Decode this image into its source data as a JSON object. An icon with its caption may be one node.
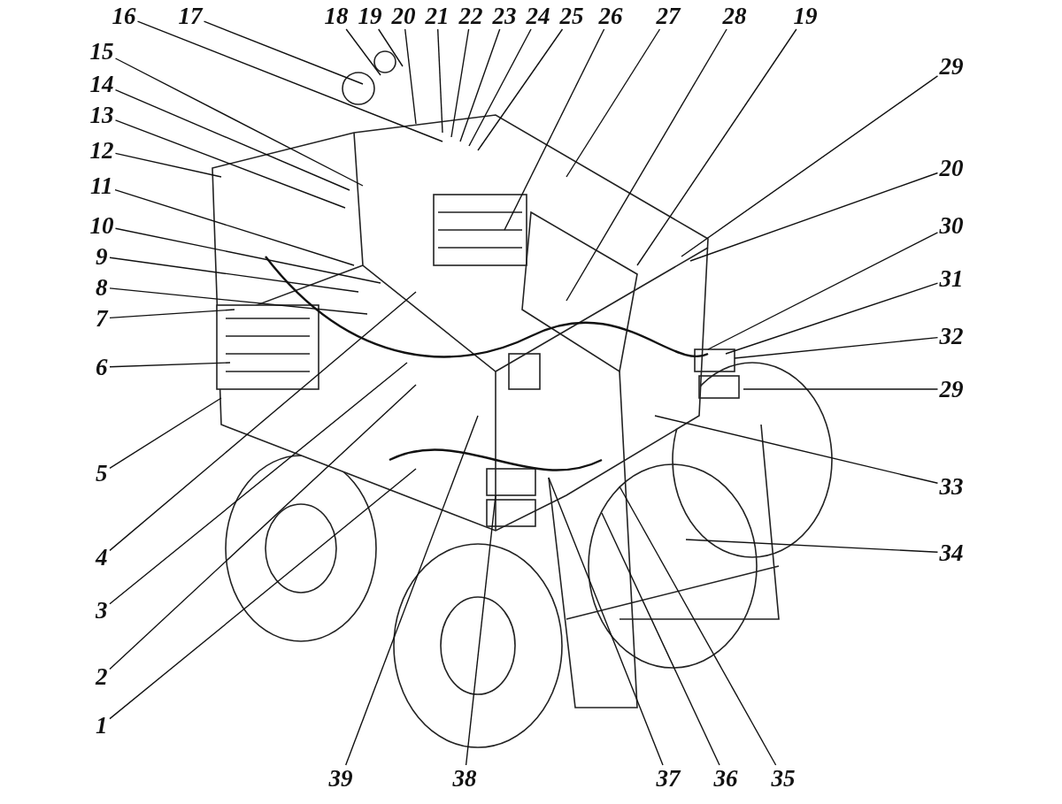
{
  "diagram": {
    "nodes": [
      {
        "text": [
          "16"
        ]
      },
      {
        "text": [
          "17"
        ]
      },
      {
        "text": [
          "18"
        ]
      },
      {
        "text": [
          "19"
        ]
      },
      {
        "text": [
          "20"
        ]
      },
      {
        "text": [
          "21"
        ]
      },
      {
        "text": [
          "22"
        ]
      },
      {
        "text": [
          "23"
        ]
      },
      {
        "text": [
          "24"
        ]
      },
      {
        "text": [
          "25"
        ]
      },
      {
        "text": [
          "26"
        ]
      },
      {
        "text": [
          "27"
        ]
      },
      {
        "text": [
          "28"
        ]
      },
      {
        "text": [
          "19"
        ]
      },
      {
        "text": [
          "15"
        ]
      },
      {
        "text": [
          "14"
        ]
      },
      {
        "text": [
          "13"
        ]
      },
      {
        "text": [
          "12"
        ]
      },
      {
        "text": [
          "11"
        ]
      },
      {
        "text": [
          "10"
        ]
      },
      {
        "text": [
          "9"
        ]
      },
      {
        "text": [
          "8"
        ]
      },
      {
        "text": [
          "7"
        ]
      },
      {
        "text": [
          "6"
        ]
      },
      {
        "text": [
          "5"
        ]
      },
      {
        "text": [
          "29"
        ]
      },
      {
        "text": [
          "20"
        ]
      },
      {
        "text": [
          "30"
        ]
      },
      {
        "text": [
          "31"
        ]
      },
      {
        "text": [
          "32"
        ]
      },
      {
        "text": [
          "29"
        ]
      },
      {
        "text": [
          "33"
        ]
      },
      {
        "text": [
          "34"
        ]
      },
      {
        "text": [
          "4"
        ]
      },
      {
        "text": [
          "3"
        ]
      },
      {
        "text": [
          "2"
        ]
      },
      {
        "text": [
          "1"
        ]
      },
      {
        "text": [
          "39"
        ]
      },
      {
        "text": [
          "38"
        ]
      },
      {
        "text": [
          "37"
        ]
      },
      {
        "text": [
          "36"
        ]
      },
      {
        "text": [
          "35"
        ]
      }
    ],
    "edges": [
      {
        "from": 0,
        "to": null,
        "arrow": "none"
      },
      {
        "from": 1,
        "to": null,
        "arrow": "none"
      },
      {
        "from": 2,
        "to": null,
        "arrow": "none"
      },
      {
        "from": 3,
        "to": null,
        "arrow": "none"
      },
      {
        "from": 4,
        "to": null,
        "arrow": "none"
      },
      {
        "from": 5,
        "to": null,
        "arrow": "none"
      },
      {
        "from": 6,
        "to": null,
        "arrow": "none"
      },
      {
        "from": 7,
        "to": null,
        "arrow": "none"
      },
      {
        "from": 8,
        "to": null,
        "arrow": "none"
      },
      {
        "from": 9,
        "to": null,
        "arrow": "none"
      },
      {
        "from": 10,
        "to": null,
        "arrow": "none"
      },
      {
        "from": 11,
        "to": null,
        "arrow": "none"
      },
      {
        "from": 12,
        "to": null,
        "arrow": "none"
      },
      {
        "from": 13,
        "to": null,
        "arrow": "none"
      },
      {
        "from": 14,
        "to": null,
        "arrow": "none"
      },
      {
        "from": 15,
        "to": null,
        "arrow": "none"
      },
      {
        "from": 16,
        "to": null,
        "arrow": "none"
      },
      {
        "from": 17,
        "to": null,
        "arrow": "none"
      },
      {
        "from": 18,
        "to": null,
        "arrow": "none"
      },
      {
        "from": 19,
        "to": null,
        "arrow": "none"
      },
      {
        "from": 20,
        "to": null,
        "arrow": "none"
      },
      {
        "from": 21,
        "to": null,
        "arrow": "none"
      },
      {
        "from": 22,
        "to": null,
        "arrow": "none"
      },
      {
        "from": 23,
        "to": null,
        "arrow": "none"
      },
      {
        "from": 24,
        "to": null,
        "arrow": "none"
      },
      {
        "from": 25,
        "to": null,
        "arrow": "none"
      },
      {
        "from": 26,
        "to": null,
        "arrow": "none"
      },
      {
        "from": 27,
        "to": null,
        "arrow": "none"
      },
      {
        "from": 28,
        "to": null,
        "arrow": "none"
      },
      {
        "from": 29,
        "to": null,
        "arrow": "none"
      },
      {
        "from": 30,
        "to": null,
        "arrow": "none"
      },
      {
        "from": 31,
        "to": null,
        "arrow": "none"
      },
      {
        "from": 32,
        "to": null,
        "arrow": "none"
      },
      {
        "from": 33,
        "to": null,
        "arrow": "none"
      },
      {
        "from": 34,
        "to": null,
        "arrow": "none"
      },
      {
        "from": 35,
        "to": null,
        "arrow": "none"
      },
      {
        "from": 36,
        "to": null,
        "arrow": "none"
      },
      {
        "from": 37,
        "to": null,
        "arrow": "none"
      },
      {
        "from": 38,
        "to": null,
        "arrow": "none"
      },
      {
        "from": 39,
        "to": null,
        "arrow": "none"
      },
      {
        "from": 40,
        "to": null,
        "arrow": "none"
      },
      {
        "from": 41,
        "to": null,
        "arrow": "none"
      }
    ]
  }
}
